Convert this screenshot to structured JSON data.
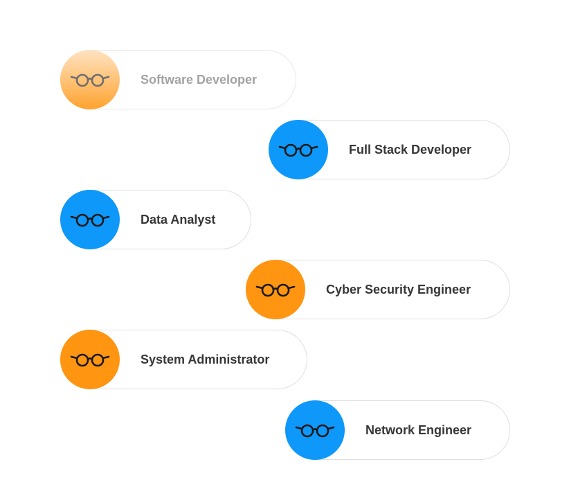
{
  "colors": {
    "blue": "#0d98fa",
    "orange": "#ff9511",
    "faded_orange_top": "#ffe3c2",
    "faded_orange_bottom": "#ffa32f",
    "glasses_dark": "#1a1a1a",
    "glasses_faded": "#6e6e6e"
  },
  "icon": "glasses-icon",
  "roles": [
    {
      "label": "Software Developer",
      "badge_color": "orange",
      "state": "faded"
    },
    {
      "label": "Full Stack Developer",
      "badge_color": "blue",
      "state": "normal"
    },
    {
      "label": "Data Analyst",
      "badge_color": "blue",
      "state": "normal"
    },
    {
      "label": "Cyber Security Engineer",
      "badge_color": "orange",
      "state": "normal"
    },
    {
      "label": "System Administrator",
      "badge_color": "orange",
      "state": "normal"
    },
    {
      "label": "Network Engineer",
      "badge_color": "blue",
      "state": "normal"
    }
  ]
}
